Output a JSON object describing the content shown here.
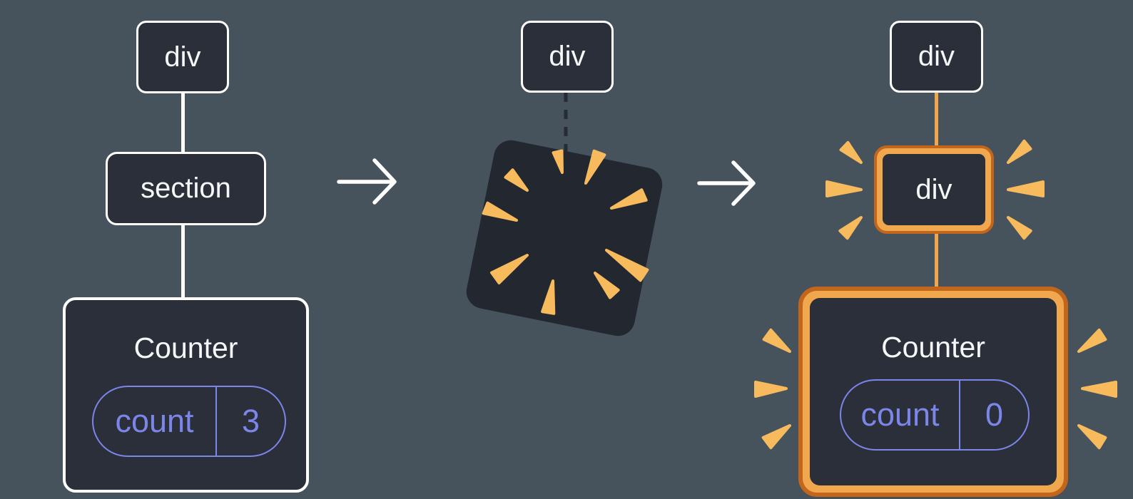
{
  "colors": {
    "background": "#46535D",
    "node_fill": "#2A2F3A",
    "node_border": "#FFFFFF",
    "highlight_border_dark": "#C2661B",
    "highlight_fill_light": "#F1A74E",
    "spark": "#F7BA5C",
    "state_purple": "#7C85E8",
    "text": "#F6F7F9"
  },
  "before_tree": {
    "root_label": "div",
    "child_label": "section",
    "component_label": "Counter",
    "state": {
      "key": "count",
      "value": "3"
    }
  },
  "transition": {
    "root_label": "div"
  },
  "after_tree": {
    "root_label": "div",
    "child_label": "div",
    "component_label": "Counter",
    "state": {
      "key": "count",
      "value": "0"
    }
  }
}
